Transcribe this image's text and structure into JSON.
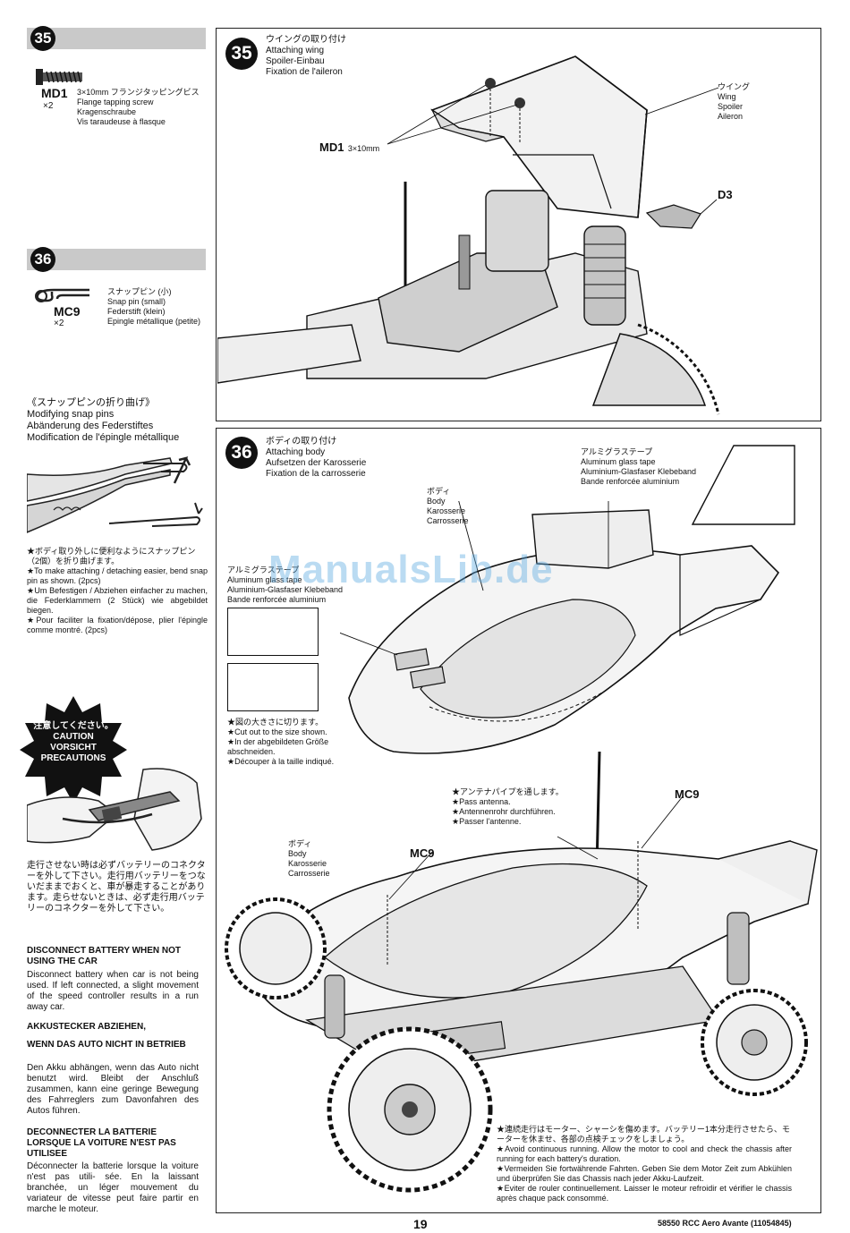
{
  "sidebar": {
    "step35": {
      "number": "35",
      "part_code": "MD1",
      "qty": "×2",
      "size": "3×10mm",
      "jp": "フランジタッピングビス",
      "en": "Flange tapping screw",
      "de": "Kragenschraube",
      "fr": "Vis taraudeuse à flasque"
    },
    "step36": {
      "number": "36",
      "part_code": "MC9",
      "qty": "×2",
      "jp": "スナップピン (小)",
      "en": "Snap pin (small)",
      "de": "Federstift (klein)",
      "fr": "Epingle métallique (petite)"
    },
    "modify": {
      "jp": "《スナップピンの折り曲げ》",
      "en": "Modifying snap pins",
      "de": "Abänderung des Federstiftes",
      "fr": "Modification de l'épingle métallique",
      "notes": [
        "★ボディ取り外しに便利なようにスナップピン（2個）を折り曲げます。",
        "★To make attaching / detaching easier, bend snap pin as shown. (2pcs)",
        "★Um Befestigen / Abziehen einfacher zu machen, die Federklammern (2 Stück) wie abgebildet biegen.",
        "★Pour faciliter la fixation/dépose, plier l'épingle comme montré. (2pcs)"
      ]
    },
    "caution": {
      "jp": "注意してください。",
      "lines": [
        "CAUTION",
        "VORSICHT",
        "PRECAUTIONS"
      ],
      "jp_text": "走行させない時は必ずバッテリーのコネクターを外して下さい。走行用バッテリーをつないだままでおくと、車が暴走することがあります。走らせないときは、必ず走行用バッテリーのコネクターを外して下さい。",
      "en_head": "DISCONNECT BATTERY WHEN NOT USING THE CAR",
      "en_text": "Disconnect battery when car is not being used. If left connected, a slight movement of the speed controller results in a run away car.",
      "de_head1": "AKKUSTECKER ABZIEHEN,",
      "de_head2": "WENN DAS AUTO NICHT IN BETRIEB",
      "de_text": "Den Akku abhängen, wenn das Auto nicht benutzt wird. Bleibt der Anschluß zusammen, kann eine geringe Bewegung des Fahrreglers zum Davonfahren des Autos führen.",
      "fr_head": "DECONNECTER LA BATTERIE LORSQUE LA VOITURE N'EST PAS UTILISEE",
      "fr_text": "Déconnecter la batterie lorsque la voiture n'est pas utili- sée. En la laissant branchée, un léger mouvement du variateur de vitesse peut faire partir en marche le moteur."
    }
  },
  "step35": {
    "number": "35",
    "jp": "ウイングの取り付け",
    "en": "Attaching wing",
    "de": "Spoiler-Einbau",
    "fr": "Fixation de l'aileron",
    "wing_jp": "ウイング",
    "wing_en": "Wing",
    "wing_de": "Spoiler",
    "wing_fr": "Aileron",
    "md1_label": "MD1",
    "md1_size": "3×10mm",
    "d3_label": "D3"
  },
  "step36": {
    "number": "36",
    "jp": "ボディの取り付け",
    "en": "Attaching body",
    "de": "Aufsetzen der Karosserie",
    "fr": "Fixation de la carrosserie",
    "tape_top": {
      "jp": "アルミグラステープ",
      "en": "Aluminum glass tape",
      "de": "Aluminium-Glasfaser Klebeband",
      "fr": "Bande renforcée aluminium"
    },
    "body_top": {
      "jp": "ボディ",
      "en": "Body",
      "de": "Karosserie",
      "fr": "Carrosserie"
    },
    "tape_left": {
      "jp": "アルミグラステープ",
      "en": "Aluminum glass tape",
      "de": "Aluminium-Glasfaser Klebeband",
      "fr": "Bande renforcée aluminium"
    },
    "cut_notes": [
      "★図の大きさに切ります。",
      "★Cut out to the size shown.",
      "★In der abgebildeten Größe",
      "abschneiden.",
      "★Découper à la taille indiqué."
    ],
    "antenna_notes": [
      "★アンテナパイプを通します。",
      "★Pass antenna.",
      "★Antennenrohr durchführen.",
      "★Passer l'antenne."
    ],
    "body_bottom": {
      "jp": "ボディ",
      "en": "Body",
      "de": "Karosserie",
      "fr": "Carrosserie"
    },
    "mc9_a": "MC9",
    "mc9_b": "MC9",
    "run_notes": [
      "★連続走行はモーター、シャーシを傷めます。バッテリー1本分走行させたら、モーターを休ませ、各部の点検チェックをしましょう。",
      "★Avoid continuous running. Allow the motor to cool and check the chassis after running for each battery's duration.",
      "★Vermeiden Sie fortwährende Fahrten. Geben Sie dem Motor Zeit zum Abkühlen und überprüfen Sie das Chassis nach jeder Akku-Laufzeit.",
      "★Eviter de rouler continuellement. Laisser le moteur refroidir et vérifier le chassis après chaque pack consommé."
    ]
  },
  "footer": {
    "page": "19",
    "model": "58550 RCC Aero Avante (11054845)"
  },
  "watermark": "ManualsLib.de"
}
